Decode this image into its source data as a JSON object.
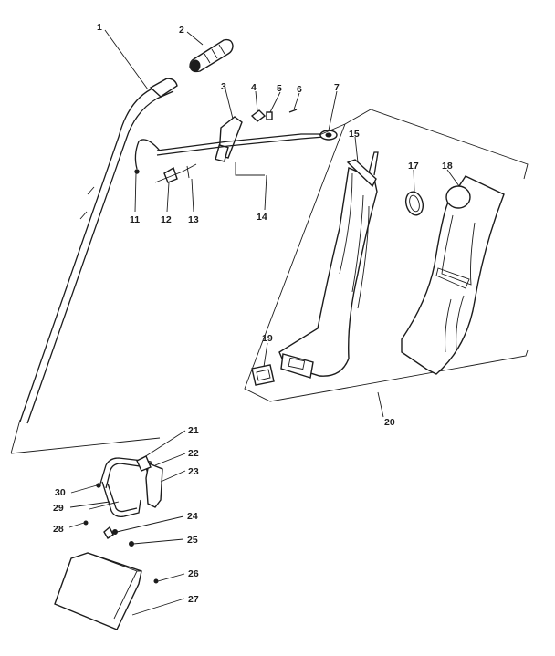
{
  "labels": {
    "p1": "1",
    "p2": "2",
    "p3": "3",
    "p4": "4",
    "p5": "5",
    "p6": "6",
    "p7": "7",
    "p11": "11",
    "p12": "12",
    "p13": "13",
    "p14": "14",
    "p15": "15",
    "p17": "17",
    "p18": "18",
    "p19": "19",
    "p20": "20",
    "p21": "21",
    "p22": "22",
    "p23": "23",
    "p24": "24",
    "p25": "25",
    "p26": "26",
    "p27": "27",
    "p28": "28",
    "p29": "29",
    "p30": "30"
  }
}
